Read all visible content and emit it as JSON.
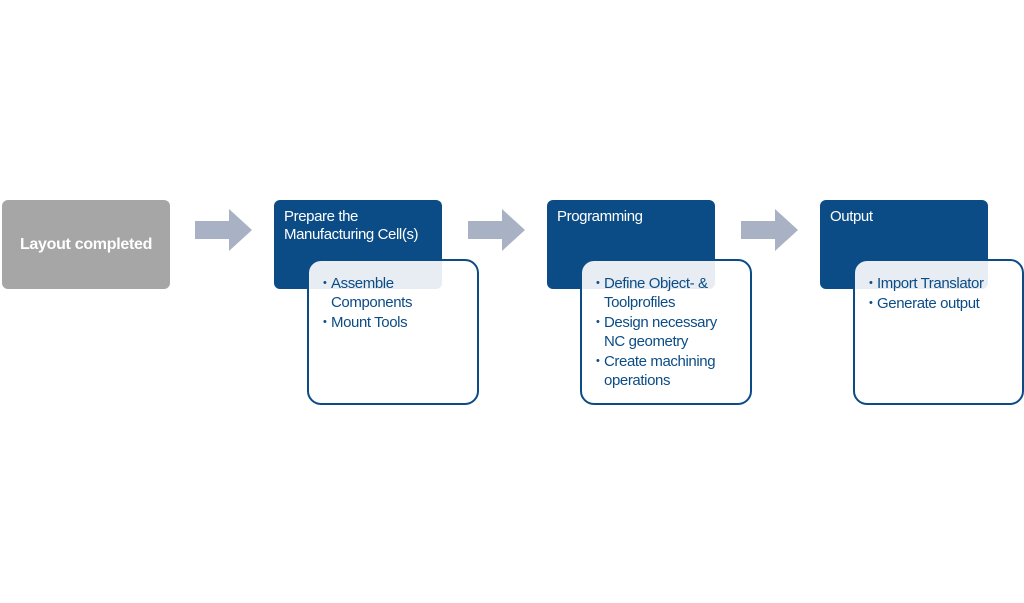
{
  "start": {
    "label": "Layout completed"
  },
  "stages": [
    {
      "title": "Prepare the\nManufacturing Cell(s)",
      "items": [
        "Assemble\nComponents",
        "Mount Tools"
      ]
    },
    {
      "title": "Programming",
      "items": [
        "Define Object- &\nToolprofiles",
        "Design necessary\nNC geometry",
        "Create machining\noperations"
      ]
    },
    {
      "title": "Output",
      "items": [
        "Import Translator",
        "Generate output"
      ]
    }
  ],
  "colors": {
    "start_box": "#a6a6a6",
    "stage_head": "#0b4c86",
    "card_border": "#0b4c86",
    "arrow": "#a9b2c4"
  },
  "icons": {
    "flow_arrow": "right-arrow-icon",
    "bullet": "bullet-icon"
  }
}
